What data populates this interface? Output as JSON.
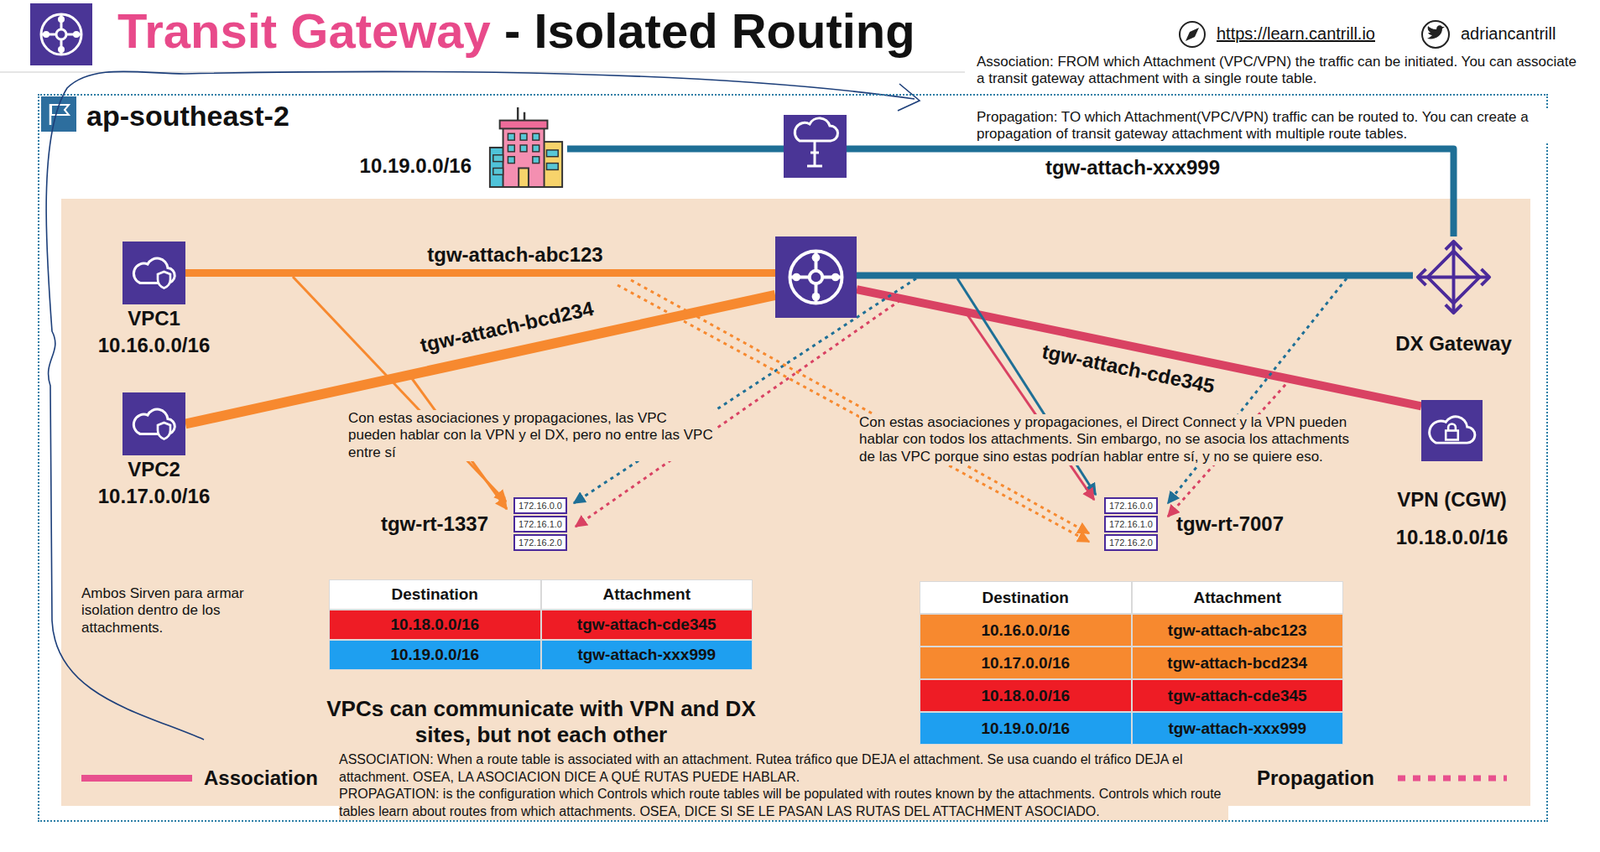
{
  "diagram": {
    "title": "Transit Gateway - Isolated Routing",
    "nodes": [
      {
        "text": [
          "ap-southeast-2"
        ]
      },
      {
        "text": [
          "10.19.0.0/16"
        ],
        "in": 0
      },
      {
        "text": [
          "VPC1",
          "10.16.0.0/16"
        ],
        "in": 0
      },
      {
        "text": [],
        "in": 0
      },
      {
        "text": [
          "DX Gateway"
        ],
        "in": 0
      },
      {
        "text": [
          "VPC2",
          "10.17.0.0/16"
        ],
        "in": 0
      },
      {
        "text": [
          "VPN (CGW)",
          "10.18.0.0/16"
        ],
        "in": 0
      },
      {
        "text": [
          "172.16.0.0",
          "172.16.1.0",
          "172.16.2.0",
          "tgw-rt-1337"
        ],
        "in": 0
      },
      {
        "text": [
          "172.16.0.0",
          "172.16.1.0",
          "172.16.2.0",
          "tgw-rt-7007"
        ],
        "in": 0
      }
    ],
    "edges": [
      {
        "from": 2,
        "to": 3,
        "label": "tgw-attach-abc123",
        "arrow": "none"
      },
      {
        "from": 5,
        "to": 3,
        "label": "tgw-attach-bcd234",
        "arrow": "none"
      },
      {
        "from": 3,
        "to": 6,
        "label": "tgw-attach-cde345",
        "arrow": "none"
      },
      {
        "from": 3,
        "to": 4,
        "arrow": "none"
      },
      {
        "from": 1,
        "to": 4,
        "label": "tgw-attach-xxx999",
        "arrow": "none"
      }
    ],
    "labels": [
      "Association: FROM which Attachment (VPC/VPN) the traffic can be initiated. You can associate a transit gateway attachment with a single route table.",
      "Propagation: TO which Attachment(VPC/VPN) traffic can be routed to. You can create a propagation of transit gateway attachment with multiple route tables.",
      "https://learn.cantrill.io",
      "adriancantrill",
      "Con estas asociaciones y propagaciones, las VPC pueden hablar con la VPN y el DX, pero no entre las VPC entre sí",
      "Con estas asociaciones y propagaciones, el Direct Connect y la VPN pueden hablar con todos los attachments. Sin embargo, no se asocia los attachments de las VPC porque sino estas podrían hablar entre sí, y no se quiere eso.",
      "Ambos Sirven para armar isolation dentro de los attachments.",
      "Destination",
      "Attachment",
      "10.18.0.0/16",
      "tgw-attach-cde345",
      "10.19.0.0/16",
      "tgw-attach-xxx999",
      "Destination",
      "Attachment",
      "10.16.0.0/16",
      "tgw-attach-abc123",
      "10.17.0.0/16",
      "tgw-attach-bcd234",
      "10.18.0.0/16",
      "tgw-attach-cde345",
      "10.19.0.0/16",
      "tgw-attach-xxx999",
      "VPCs can communicate with VPN and DX sites, but not each other",
      "ASSOCIATION: When a route table is associated with an attachment. Rutea tráfico que DEJA el attachment. Se usa cuando el tráfico DEJA el attachment. OSEA, LA ASOCIACION DICE A QUÉ RUTAS PUEDE HABLAR.",
      "PROPAGATION: is the configuration which Controls which route tables will be populated with routes known by the attachments. Controls which route tables learn about routes from which attachments. OSEA, DICE SI SE LE PASAN LAS RUTAS DEL ATTACHMENT ASOCIADO."
    ],
    "legend": [
      {
        "text": "Association"
      },
      {
        "text": "Propagation"
      }
    ]
  }
}
